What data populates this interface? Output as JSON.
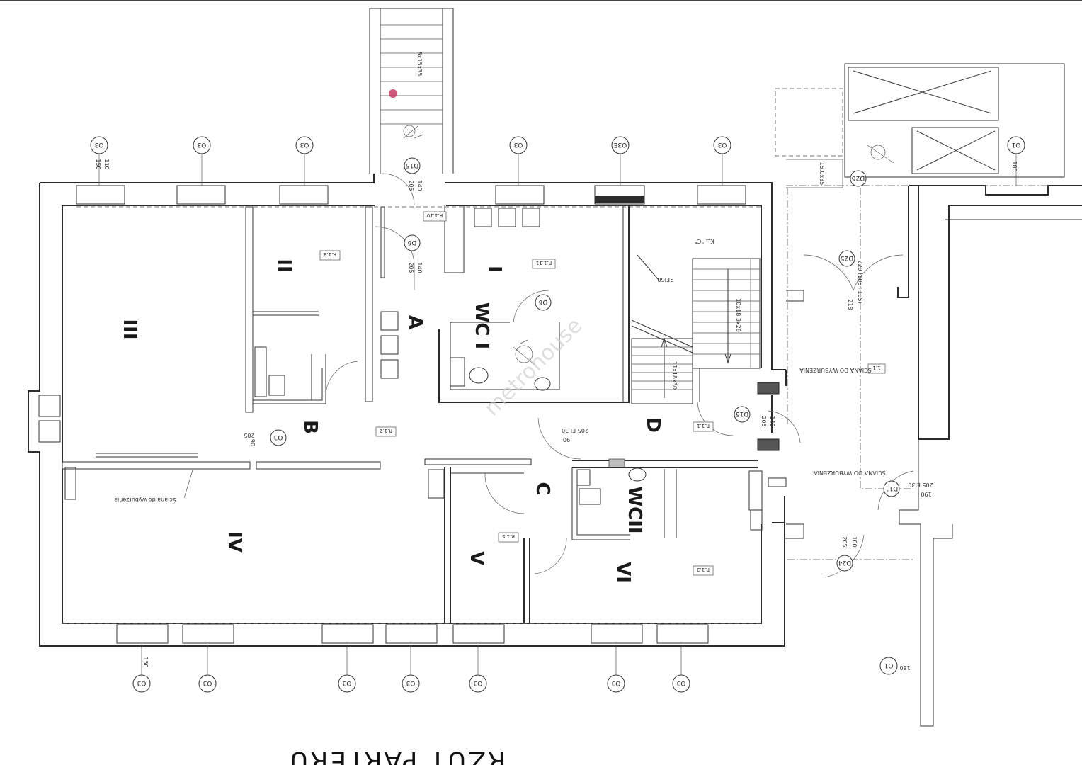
{
  "plan": {
    "title": "RZUT PARTERU",
    "watermark": "metrohouse",
    "rooms": {
      "i": "I",
      "ii": "II",
      "iii": "III",
      "iv": "IV",
      "v": "V",
      "vi": "VI",
      "a": "A",
      "b": "B",
      "c": "C",
      "d": "D",
      "wc1": "WC I",
      "wc2": "WCII"
    },
    "room_tags": {
      "r11": "R.1.1",
      "r12": "R.1.2",
      "r13": "R.1.3",
      "r15": "R.1.5",
      "r19": "R.1.9",
      "r110": "R.1.10",
      "r111": "R.1.11",
      "r1": "1.1"
    },
    "stair_labels": {
      "top_stair": "8x15x35",
      "main_stair": "10x18.3x28",
      "lower_stair": "11x18x30",
      "ext_stair": "15.0x35",
      "kl": "KL. \"C\"",
      "ei": "REI60"
    },
    "wall_notes": {
      "demolish_1": "ŚCIANA DO WYBURZENIA",
      "demolish_2": "ŚCIANA DO WYBURZENIA",
      "demolish_3": "Ściana do wyburzenia"
    },
    "door_marks": {
      "d15a": "D15",
      "d6a": "D6",
      "d6b": "D6",
      "d15b": "D15",
      "d25": "D25",
      "d24": "D24",
      "d11": "D11",
      "d26": "D26",
      "o3": "O3"
    },
    "window_marks": {
      "top1": "O3",
      "top2": "O3",
      "top3": "O3",
      "top4": "O3",
      "top5": "O3E",
      "top6": "O3",
      "bot1": "O3",
      "bot2": "O3",
      "bot3": "O3",
      "bot4": "O3",
      "bot5": "O3",
      "bot6": "O3",
      "bot7": "O3",
      "right1": "O1",
      "right2": "O1"
    },
    "dims": {
      "w110a": "110",
      "w150a": "150",
      "d205a": "205",
      "d140a": "140",
      "d205b": "205",
      "d140b": "140",
      "d90a": "90",
      "d205c": "205",
      "d90b": "90",
      "d205ei": "205 EI 30",
      "d140c": "140",
      "d205d": "205",
      "d100": "100",
      "d205e": "205",
      "d190": "190",
      "d205ei30": "205 EI30",
      "d220": "220 (105+105)",
      "d218": "218",
      "o180a": "180",
      "o180b": "180",
      "o150": "150"
    }
  }
}
